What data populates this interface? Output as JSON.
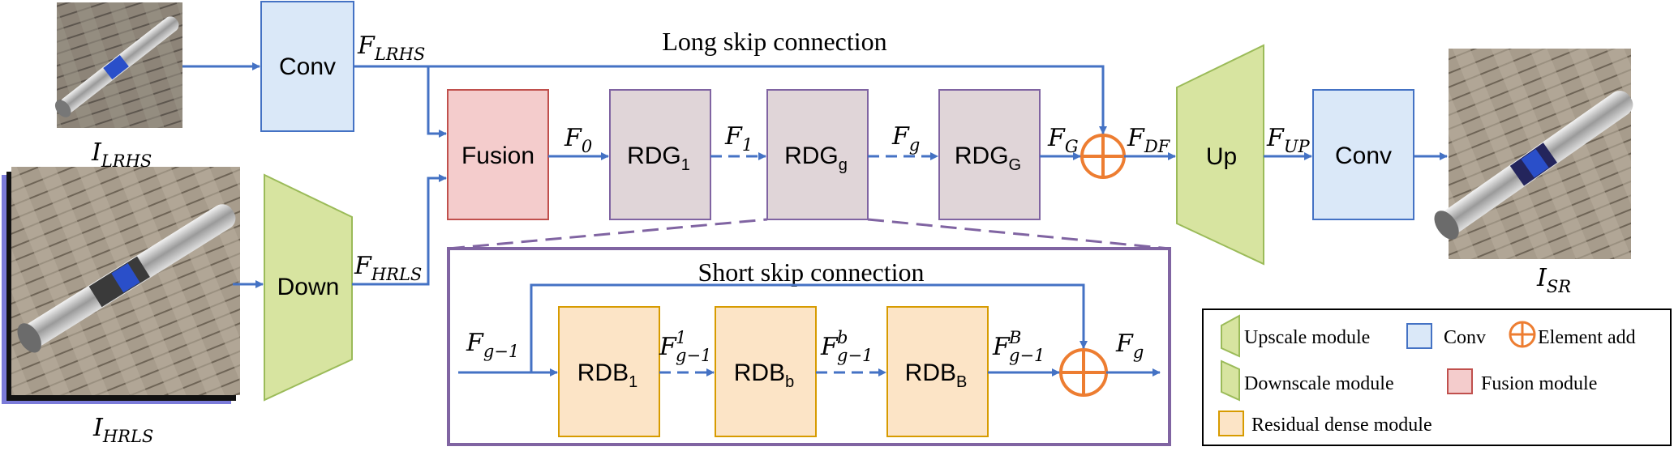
{
  "inputs": {
    "lrhs_label": {
      "main": "I",
      "sub": "LRHS"
    },
    "hrls_label": {
      "main": "I",
      "sub": "HRLS"
    },
    "sr_label": {
      "main": "I",
      "sub": "SR"
    }
  },
  "main_path": {
    "conv_top": "Conv",
    "down": "Down",
    "fusion": "Fusion",
    "up": "Up",
    "conv_right": "Conv",
    "rdg1": {
      "main": "RDG",
      "sub": "1"
    },
    "rdgg": {
      "main": "RDG",
      "sub": "g"
    },
    "rdgG": {
      "main": "RDG",
      "sub": "G"
    },
    "long_skip": "Long skip connection"
  },
  "features": {
    "f_lrhs": {
      "main": "F",
      "sub": "LRHS"
    },
    "f_hrls": {
      "main": "F",
      "sub": "HRLS"
    },
    "f0": {
      "main": "F",
      "sub": "0"
    },
    "f1": {
      "main": "F",
      "sub": "1"
    },
    "fg": {
      "main": "F",
      "sub": "g"
    },
    "fG": {
      "main": "F",
      "sub": "G"
    },
    "fdf": {
      "main": "F",
      "sub": "DF"
    },
    "fup": {
      "main": "F",
      "sub": "UP"
    }
  },
  "rdg_detail": {
    "short_skip": "Short skip connection",
    "in": {
      "main": "F",
      "sub": "g−1"
    },
    "out": {
      "main": "F",
      "sub": "g"
    },
    "rdb1": {
      "main": "RDB",
      "sub": "1"
    },
    "rdbb": {
      "main": "RDB",
      "sub": "b"
    },
    "rdbB": {
      "main": "RDB",
      "sub": "B"
    },
    "f_1": {
      "main": "F",
      "sub": "g−1",
      "sup": "1"
    },
    "f_b": {
      "main": "F",
      "sub": "g−1",
      "sup": "b"
    },
    "f_B": {
      "main": "F",
      "sub": "g−1",
      "sup": "B"
    }
  },
  "legend": {
    "upscale": "Upscale module",
    "conv": "Conv",
    "element_add": "Element add",
    "downscale": "Downscale module",
    "fusion": "Fusion module",
    "residual": "Residual dense module"
  },
  "colors": {
    "arrow": "#4472c4",
    "conv_fill": "#dae8f8",
    "conv_stroke": "#4472c4",
    "fusion_fill": "#f4cccc",
    "fusion_stroke": "#c0504d",
    "rdg_fill": "#e0d5d8",
    "rdg_stroke": "#8064a2",
    "rdb_fill": "#fce4c6",
    "rdb_stroke": "#d79b00",
    "trapezoid_fill": "#d7e4a0",
    "trapezoid_stroke": "#9bbb59",
    "adder": "#ed7d31",
    "detail_border": "#8064a2"
  }
}
